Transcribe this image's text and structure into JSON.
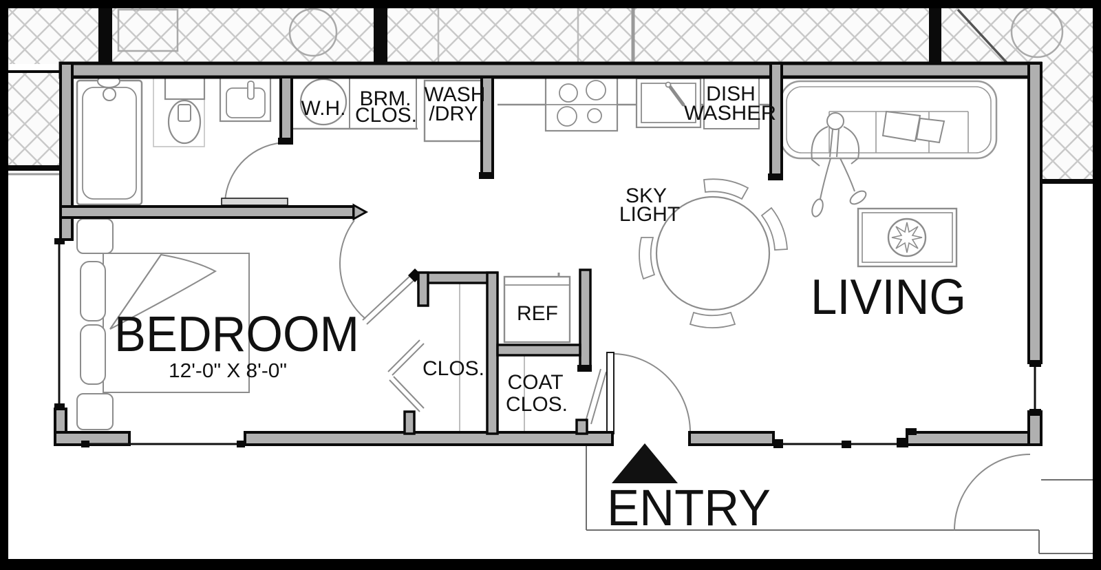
{
  "title": "One-bedroom apartment floor plan",
  "labels": {
    "bedroom": "BEDROOM",
    "bedroom_size": "12'-0\" X 8'-0\"",
    "living": "LIVING",
    "entry": "ENTRY",
    "sky_line1": "SKY",
    "sky_line2": "LIGHT",
    "dish_line1": "DISH",
    "dish_line2": "WASHER",
    "wash_line1": "WASH",
    "wash_line2": "/DRY",
    "brm_line1": "BRM.",
    "brm_line2": "CLOS.",
    "water_heater": "W.H.",
    "refrigerator": "REF",
    "closet": "CLOS.",
    "coat_line1": "COAT",
    "coat_line2": "CLOS."
  },
  "colors": {
    "wall_fill": "#b0b0b0",
    "wall_edge": "#0a0a0a",
    "fixture_line": "#8c8c8c",
    "hatch_line": "#c9c9c9",
    "text": "#111111",
    "entry_marker": "#111111"
  }
}
